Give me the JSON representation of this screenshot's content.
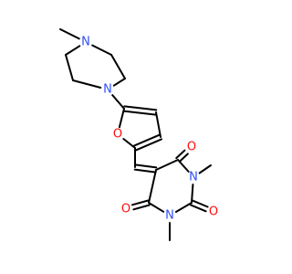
{
  "molecule": {
    "colors": {
      "N": "#3050f8",
      "O": "#ff0d0d",
      "bond": "#000000"
    },
    "atoms": [
      {
        "id": "c_nme",
        "el": "C"
      },
      {
        "id": "n_pip1",
        "el": "N",
        "label": "N",
        "name": "piperazine-nitrogen-methyl"
      },
      {
        "id": "c_p1",
        "el": "C"
      },
      {
        "id": "c_p2",
        "el": "C"
      },
      {
        "id": "n_pip4",
        "el": "N",
        "label": "N",
        "name": "piperazine-nitrogen-furan"
      },
      {
        "id": "c_p3",
        "el": "C"
      },
      {
        "id": "c_p4",
        "el": "C"
      },
      {
        "id": "c_f5",
        "el": "C"
      },
      {
        "id": "c_f4",
        "el": "C"
      },
      {
        "id": "c_f3",
        "el": "C"
      },
      {
        "id": "c_f2",
        "el": "C"
      },
      {
        "id": "o_fur",
        "el": "O",
        "label": "O",
        "name": "furan-oxygen"
      },
      {
        "id": "c_vin",
        "el": "C"
      },
      {
        "id": "c_b5",
        "el": "C"
      },
      {
        "id": "c_b6",
        "el": "C"
      },
      {
        "id": "o_b6",
        "el": "O",
        "label": "O",
        "name": "carbonyl-oxygen-top"
      },
      {
        "id": "n_b1",
        "el": "N",
        "label": "N",
        "name": "barbiturate-nitrogen-upper"
      },
      {
        "id": "c_me1",
        "el": "C"
      },
      {
        "id": "c_b2",
        "el": "C"
      },
      {
        "id": "o_b2",
        "el": "O",
        "label": "O",
        "name": "carbonyl-oxygen-right"
      },
      {
        "id": "n_b3",
        "el": "N",
        "label": "N",
        "name": "barbiturate-nitrogen-lower"
      },
      {
        "id": "c_me3",
        "el": "C"
      },
      {
        "id": "c_b4",
        "el": "C"
      },
      {
        "id": "o_b4",
        "el": "O",
        "label": "O",
        "name": "carbonyl-oxygen-left"
      }
    ],
    "bonds": [
      {
        "a": "c_nme",
        "b": "n_pip1",
        "order": 1
      },
      {
        "a": "n_pip1",
        "b": "c_p1",
        "order": 1
      },
      {
        "a": "c_p1",
        "b": "c_p2",
        "order": 1
      },
      {
        "a": "c_p2",
        "b": "n_pip4",
        "order": 1
      },
      {
        "a": "n_pip4",
        "b": "c_p3",
        "order": 1
      },
      {
        "a": "c_p3",
        "b": "c_p4",
        "order": 1
      },
      {
        "a": "c_p4",
        "b": "n_pip1",
        "order": 1
      },
      {
        "a": "n_pip4",
        "b": "c_f5",
        "order": 1
      },
      {
        "a": "c_f5",
        "b": "c_f4",
        "order": 2,
        "side": -1
      },
      {
        "a": "c_f4",
        "b": "c_f3",
        "order": 1
      },
      {
        "a": "c_f3",
        "b": "c_f2",
        "order": 2,
        "side": 1
      },
      {
        "a": "c_f2",
        "b": "o_fur",
        "order": 1
      },
      {
        "a": "o_fur",
        "b": "c_f5",
        "order": 1
      },
      {
        "a": "c_f2",
        "b": "c_vin",
        "order": 1
      },
      {
        "a": "c_vin",
        "b": "c_b5",
        "order": 2,
        "side": 1
      },
      {
        "a": "c_b5",
        "b": "c_b6",
        "order": 1
      },
      {
        "a": "c_b6",
        "b": "o_b6",
        "order": 2,
        "side": 1
      },
      {
        "a": "c_b6",
        "b": "n_b1",
        "order": 1
      },
      {
        "a": "n_b1",
        "b": "c_me1",
        "order": 1
      },
      {
        "a": "n_b1",
        "b": "c_b2",
        "order": 1
      },
      {
        "a": "c_b2",
        "b": "o_b2",
        "order": 2,
        "side": 1
      },
      {
        "a": "c_b2",
        "b": "n_b3",
        "order": 1
      },
      {
        "a": "n_b3",
        "b": "c_me3",
        "order": 1
      },
      {
        "a": "n_b3",
        "b": "c_b4",
        "order": 1
      },
      {
        "a": "c_b4",
        "b": "o_b4",
        "order": 2,
        "side": 1
      },
      {
        "a": "c_b4",
        "b": "c_b5",
        "order": 1
      }
    ]
  }
}
